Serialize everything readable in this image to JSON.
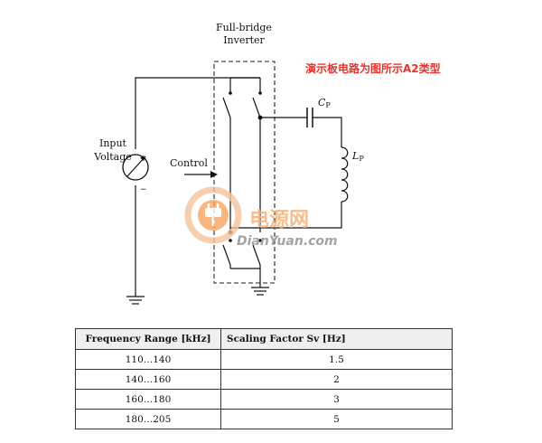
{
  "diagram": {
    "inverter_label_line1": "Full-bridge",
    "inverter_label_line2": "Inverter",
    "caption_cn": "演示板电路为图所示A2类型",
    "input_label_line1": "Input",
    "input_label_line2": "Voltage",
    "control_label": "Control",
    "plus_sign": "+",
    "minus_sign": "−",
    "cap_label": "C",
    "cap_sub": "P",
    "ind_label": "L",
    "ind_sub": "P",
    "watermark_cn": "电源网",
    "watermark_en": "DianYuan.com"
  },
  "table": {
    "headers": [
      "Frequency Range [kHz]",
      "Scaling Factor Sv [Hz]"
    ],
    "rows": [
      [
        "110…140",
        "1.5"
      ],
      [
        "140…160",
        "2"
      ],
      [
        "160…180",
        "3"
      ],
      [
        "180…205",
        "5"
      ]
    ]
  },
  "colors": {
    "caption": "#e8342c",
    "watermark_orange": "#f6b27a",
    "table_header_bg": "#efefef"
  }
}
